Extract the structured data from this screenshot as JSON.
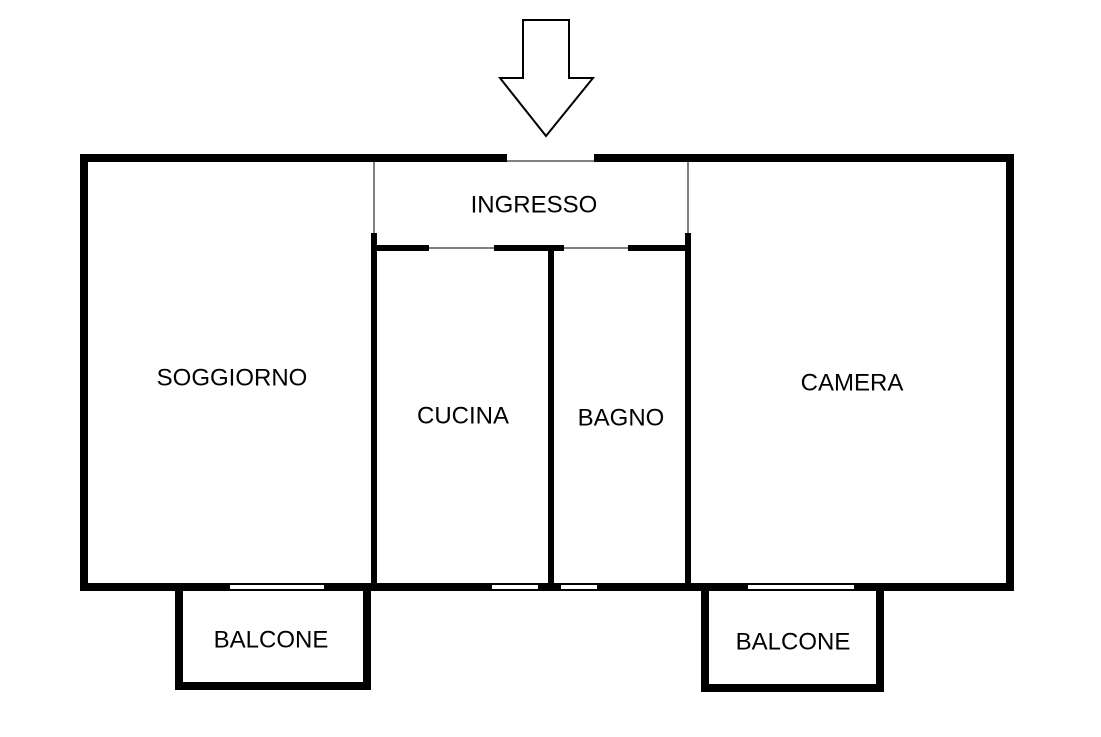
{
  "floorplan": {
    "rooms": {
      "ingresso": "INGRESSO",
      "soggiorno": "SOGGIORNO",
      "cucina": "CUCINA",
      "bagno": "BAGNO",
      "camera": "CAMERA",
      "balcone_left": "BALCONE",
      "balcone_right": "BALCONE"
    },
    "entrance_marker": "arrow-down-icon"
  },
  "colors": {
    "wall": "#000000",
    "background": "#ffffff"
  }
}
